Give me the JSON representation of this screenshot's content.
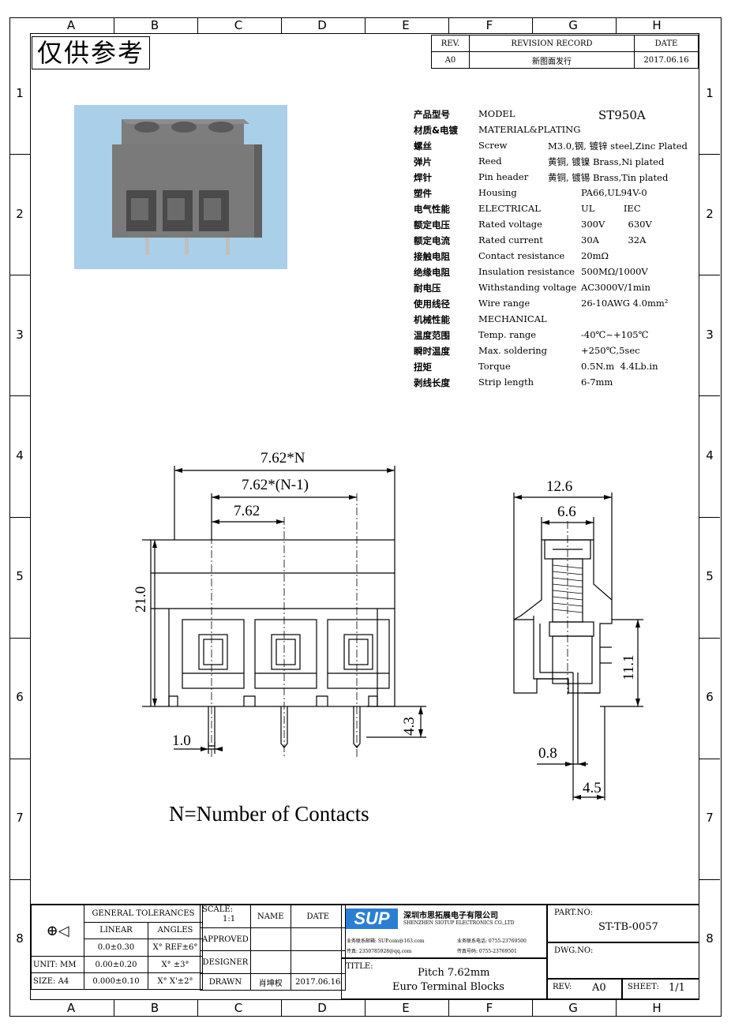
{
  "grid": {
    "columns": [
      "A",
      "B",
      "C",
      "D",
      "E",
      "F",
      "G",
      "H"
    ],
    "rows": [
      "1",
      "2",
      "3",
      "4",
      "5",
      "6",
      "7",
      "8"
    ]
  },
  "stamp": "仅供参考",
  "revision": {
    "header": {
      "rev": "REV.",
      "record": "REVISION RECORD",
      "date": "DATE"
    },
    "row": {
      "rev": "A0",
      "record": "新图面发行",
      "date": "2017.06.16"
    }
  },
  "specs": [
    {
      "cn": "产品型号",
      "en": "MODEL",
      "value": "ST950A"
    },
    {
      "cn": "材质&电镀",
      "en": "MATERIAL&PLATING",
      "value": ""
    },
    {
      "cn": "螺丝",
      "en": "Screw",
      "value": "M3.0,钢, 镀锌 steel,Zinc Plated"
    },
    {
      "cn": "弹片",
      "en": "Reed",
      "value": "黄铜, 镀镍 Brass,Ni plated"
    },
    {
      "cn": "焊针",
      "en": "Pin header",
      "value": "黄铜, 镀锡 Brass,Tin plated"
    },
    {
      "cn": "塑件",
      "en": "Housing",
      "value": "PA66,UL94V-0"
    },
    {
      "cn": "电气性能",
      "en": "ELECTRICAL",
      "value": "UL          IEC"
    },
    {
      "cn": "额定电压",
      "en": "Rated voltage",
      "value": "300V        630V"
    },
    {
      "cn": "额定电流",
      "en": "Rated current",
      "value": "30A          32A"
    },
    {
      "cn": "接触电阻",
      "en": "Contact resistance",
      "value": "20mΩ"
    },
    {
      "cn": "绝缘电阻",
      "en": "Insulation resistance",
      "value": "500MΩ/1000V"
    },
    {
      "cn": "耐电压",
      "en": "Withstanding voltage",
      "value": "AC3000V/1min"
    },
    {
      "cn": "使用线径",
      "en": "Wire range",
      "value": "26-10AWG 4.0mm²"
    },
    {
      "cn": "机械性能",
      "en": "MECHANICAL",
      "value": ""
    },
    {
      "cn": "温度范围",
      "en": "Temp. range",
      "value": "-40℃~+105℃"
    },
    {
      "cn": "瞬时温度",
      "en": "Max. soldering",
      "value": "+250℃,5sec"
    },
    {
      "cn": "扭矩",
      "en": "Torque",
      "value": "0.5N.m  4.4Lb.in"
    },
    {
      "cn": "剥线长度",
      "en": "Strip length",
      "value": "6-7mm"
    }
  ],
  "dimensions": {
    "total_width": "7.62*N",
    "inner_width": "7.62*(N-1)",
    "pitch": "7.62",
    "height": "21.0",
    "pin_width": "1.0",
    "pin_length": "4.3",
    "side_width": "12.6",
    "screw_width": "6.6",
    "side_height": "11.1",
    "side_pin_width": "0.8",
    "side_pin_offset": "4.5"
  },
  "note": "N=Number of Contacts",
  "title_block": {
    "general_tolerances": "GENERAL TOLERANCES",
    "linear": "LINEAR",
    "angles": "ANGLES",
    "tol_rows": [
      {
        "linear": "0.0±0.30",
        "angle": "X° REF±6°"
      },
      {
        "linear": "0.00±0.20",
        "angle": "X° ±3°"
      },
      {
        "linear": "0.000±0.10",
        "angle": "X° X'±2°"
      }
    ],
    "unit_label": "UNIT: MM",
    "size_label": "SIZE: A4",
    "scale_label": "SCALE:",
    "scale_value": "1:1",
    "name_label": "NAME",
    "date_label": "DATE",
    "approved": "APPROVED",
    "designer": "DESIGNER",
    "drawn": "DRAWN",
    "drawn_name": "肖坤权",
    "drawn_date": "2017.06.16",
    "company_logo": "SUP",
    "company_cn": "深圳市思拓展电子有限公司",
    "company_en": "SHENZHEN SIOTUP ELECTRONICS CO.,LTD",
    "contact_lines": [
      "业务联系邮箱: SUP.com@163.com",
      "业务联系电话: 0755-23769500",
      "传真: 2350785928@qq.com",
      "传真号码: 0755-23769501"
    ],
    "title_label": "TITLE:",
    "title_line1": "Pitch 7.62mm",
    "title_line2": "Euro Terminal Blocks",
    "part_no_label": "PART.NO:",
    "part_no": "ST-TB-0057",
    "dwg_no_label": "DWG.NO:",
    "rev_label": "REV:",
    "rev_value": "A0",
    "sheet_label": "SHEET:",
    "sheet_value": "1/1"
  }
}
